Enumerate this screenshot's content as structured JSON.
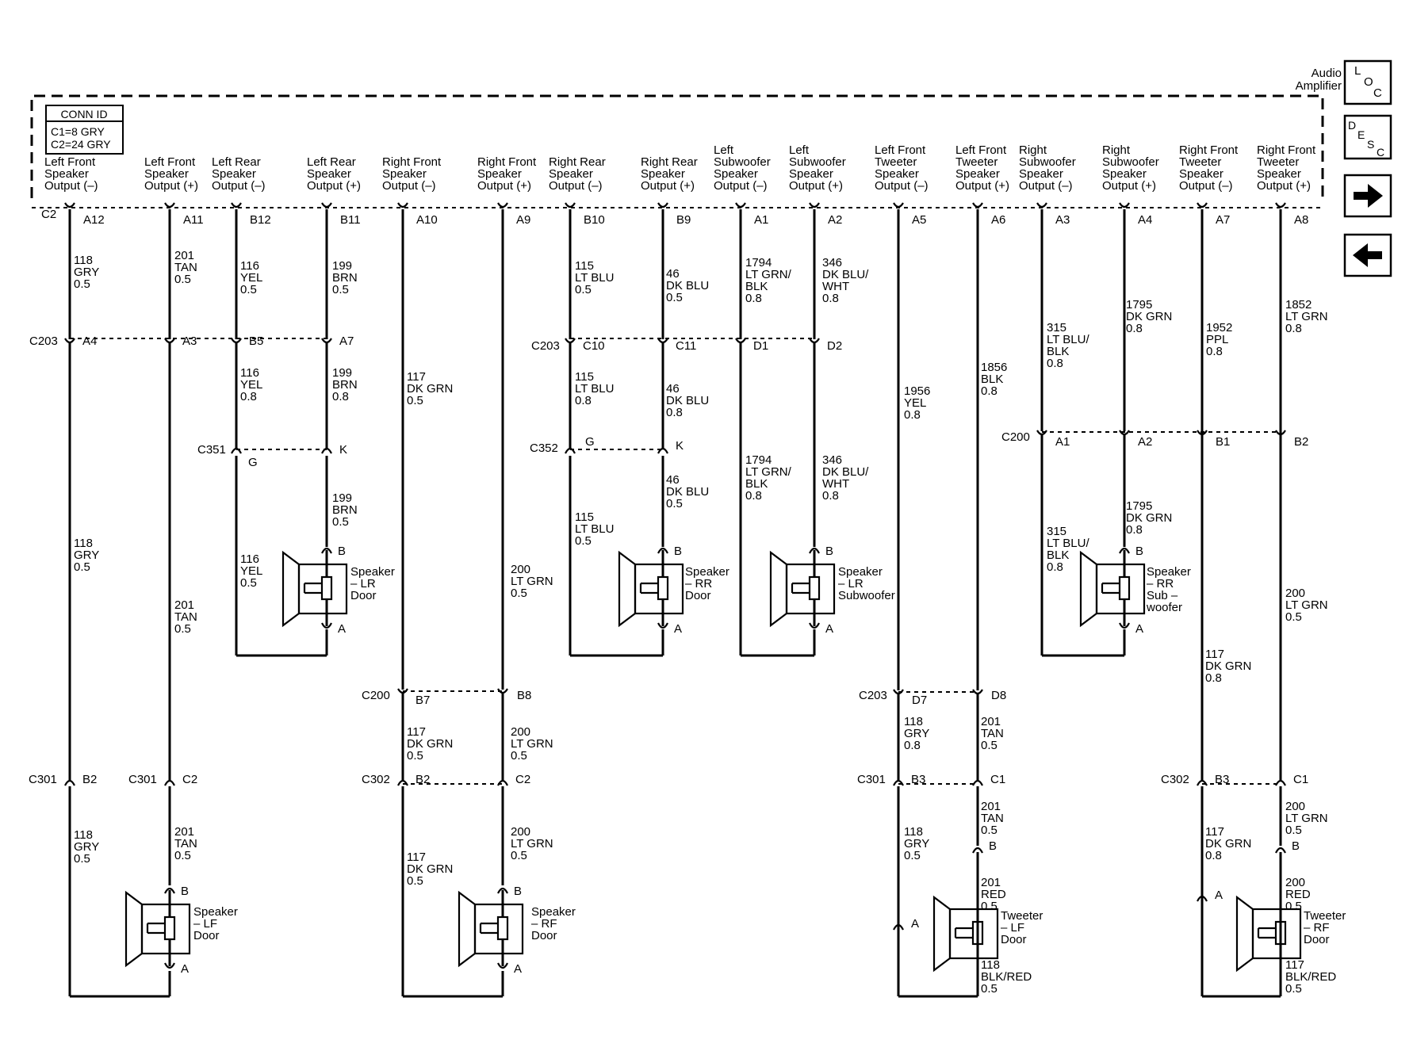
{
  "amplifier": {
    "title_line1": "Audio",
    "title_line2": "Amplifier"
  },
  "conn_id": {
    "title": "CONN ID",
    "c1": "C1=8 GRY",
    "c2": "C2=24 GRY"
  },
  "nav": {
    "loc": [
      "L",
      "O",
      "C"
    ],
    "desc": [
      "D",
      "E",
      "S",
      "C"
    ]
  },
  "outputs": [
    {
      "label": [
        "Left Front",
        "Speaker",
        "Output (–)"
      ],
      "pin": "A12"
    },
    {
      "label": [
        "Left Front",
        "Speaker",
        "Output (+)"
      ],
      "pin": "A11"
    },
    {
      "label": [
        "Left Rear",
        "Speaker",
        "Output (–)"
      ],
      "pin": "B12"
    },
    {
      "label": [
        "Left Rear",
        "Speaker",
        "Output (+)"
      ],
      "pin": "B11"
    },
    {
      "label": [
        "Right Front",
        "Speaker",
        "Output (–)"
      ],
      "pin": "A10"
    },
    {
      "label": [
        "Right Front",
        "Speaker",
        "Output (+)"
      ],
      "pin": "A9"
    },
    {
      "label": [
        "Right Rear",
        "Speaker",
        "Output (–)"
      ],
      "pin": "B10"
    },
    {
      "label": [
        "Right Rear",
        "Speaker",
        "Output (+)"
      ],
      "pin": "B9"
    },
    {
      "label": [
        "Left",
        "Subwoofer",
        "Speaker",
        "Output (–)"
      ],
      "pin": "A1"
    },
    {
      "label": [
        "Left",
        "Subwoofer",
        "Speaker",
        "Output (+)"
      ],
      "pin": "A2"
    },
    {
      "label": [
        "Left Front",
        "Tweeter",
        "Speaker",
        "Output (–)"
      ],
      "pin": "A5"
    },
    {
      "label": [
        "Left Front",
        "Tweeter",
        "Speaker",
        "Output (+)"
      ],
      "pin": "A6"
    },
    {
      "label": [
        "Right",
        "Subwoofer",
        "Speaker",
        "Output (–)"
      ],
      "pin": "A3"
    },
    {
      "label": [
        "Right",
        "Subwoofer",
        "Speaker",
        "Output (+)"
      ],
      "pin": "A4"
    },
    {
      "label": [
        "Right Front",
        "Tweeter",
        "Speaker",
        "Output (–)"
      ],
      "pin": "A7"
    },
    {
      "label": [
        "Right Front",
        "Tweeter",
        "Speaker",
        "Output (+)"
      ],
      "pin": "A8"
    }
  ],
  "connectors": {
    "C2": "C2",
    "C203": "C203",
    "C351": "C351",
    "C352": "C352",
    "C200": "C200",
    "C301": "C301",
    "C302": "C302"
  },
  "pins": {
    "c203_a4": "A4",
    "c203_a3": "A3",
    "c203_b5": "B5",
    "c203_a7": "A7",
    "c203_c10": "C10",
    "c203_c11": "C11",
    "c203_d1": "D1",
    "c203_d2": "D2",
    "c351_g": "G",
    "c351_k": "K",
    "c352_g": "G",
    "c352_k": "K",
    "c200_a1": "A1",
    "c200_a2": "A2",
    "c200_b1": "B1",
    "c200_b2": "B2",
    "c200_b7": "B7",
    "c200_b8": "B8",
    "c203_d7": "D7",
    "c203_d8": "D8",
    "c301_b2": "B2",
    "c301_c2": "C2",
    "c302_b2": "B2",
    "c302_c2": "C2",
    "c301_b3": "B3",
    "c301_c1": "C1",
    "c302_b3": "B3",
    "c302_c1": "C1",
    "spk_b": "B",
    "spk_a": "A"
  },
  "wires": [
    [
      "118",
      "GRY",
      "0.5"
    ],
    [
      "201",
      "TAN",
      "0.5"
    ],
    [
      "116",
      "YEL",
      "0.5"
    ],
    [
      "199",
      "BRN",
      "0.5"
    ],
    [
      "115",
      "LT BLU",
      "0.5"
    ],
    [
      "46",
      "DK BLU",
      "0.5"
    ],
    [
      "1794",
      "LT GRN/",
      "BLK",
      "0.8"
    ],
    [
      "346",
      "DK BLU/",
      "WHT",
      "0.8"
    ],
    [
      "1795",
      "DK GRN",
      "0.8"
    ],
    [
      "1852",
      "LT GRN",
      "0.8"
    ],
    [
      "315",
      "LT BLU/",
      "BLK",
      "0.8"
    ],
    [
      "1952",
      "PPL",
      "0.8"
    ],
    [
      "116",
      "YEL",
      "0.8"
    ],
    [
      "199",
      "BRN",
      "0.8"
    ],
    [
      "117",
      "DK GRN",
      "0.5"
    ],
    [
      "115",
      "LT BLU",
      "0.8"
    ],
    [
      "46",
      "DK BLU",
      "0.8"
    ],
    [
      "1856",
      "BLK",
      "0.8"
    ],
    [
      "1956",
      "YEL",
      "0.8"
    ],
    [
      "199",
      "BRN",
      "0.5"
    ],
    [
      "46",
      "DK BLU",
      "0.5"
    ],
    [
      "1794",
      "LT GRN/",
      "BLK",
      "0.8"
    ],
    [
      "346",
      "DK BLU/",
      "WHT",
      "0.8"
    ],
    [
      "118",
      "GRY",
      "0.5"
    ],
    [
      "116",
      "YEL",
      "0.5"
    ],
    [
      "115",
      "LT BLU",
      "0.5"
    ],
    [
      "200",
      "LT GRN",
      "0.5"
    ],
    [
      "201",
      "TAN",
      "0.5"
    ],
    [
      "315",
      "LT BLU/",
      "BLK",
      "0.8"
    ],
    [
      "1795",
      "DK GRN",
      "0.8"
    ],
    [
      "200",
      "LT GRN",
      "0.5"
    ],
    [
      "117",
      "DK GRN",
      "0.8"
    ],
    [
      "117",
      "DK GRN",
      "0.5"
    ],
    [
      "200",
      "LT GRN",
      "0.5"
    ],
    [
      "118",
      "GRY",
      "0.8"
    ],
    [
      "201",
      "TAN",
      "0.5"
    ],
    [
      "118",
      "GRY",
      "0.5"
    ],
    [
      "201",
      "TAN",
      "0.5"
    ],
    [
      "117",
      "DK GRN",
      "0.5"
    ],
    [
      "200",
      "LT GRN",
      "0.5"
    ],
    [
      "118",
      "GRY",
      "0.5"
    ],
    [
      "201",
      "TAN",
      "0.5"
    ],
    [
      "117",
      "DK GRN",
      "0.8"
    ],
    [
      "200",
      "LT GRN",
      "0.5"
    ],
    [
      "201",
      "RED",
      "0.5"
    ],
    [
      "200",
      "RED",
      "0.5"
    ],
    [
      "118",
      "BLK/RED",
      "0.5"
    ],
    [
      "117",
      "BLK/RED",
      "0.5"
    ]
  ],
  "speakers": {
    "lr": [
      "Speaker",
      "– LR",
      "Door"
    ],
    "rr": [
      "Speaker",
      "– RR",
      "Door"
    ],
    "lr_sub": [
      "Speaker",
      "– LR",
      "Subwoofer"
    ],
    "rr_sub": [
      "Speaker",
      "– RR",
      "Sub –",
      "woofer"
    ],
    "lf": [
      "Speaker",
      "– LF",
      "Door"
    ],
    "rf": [
      "Speaker",
      "– RF",
      "Door"
    ],
    "lf_tw": [
      "Tweeter",
      "– LF",
      "Door"
    ],
    "rf_tw": [
      "Tweeter",
      "– RF",
      "Door"
    ]
  }
}
